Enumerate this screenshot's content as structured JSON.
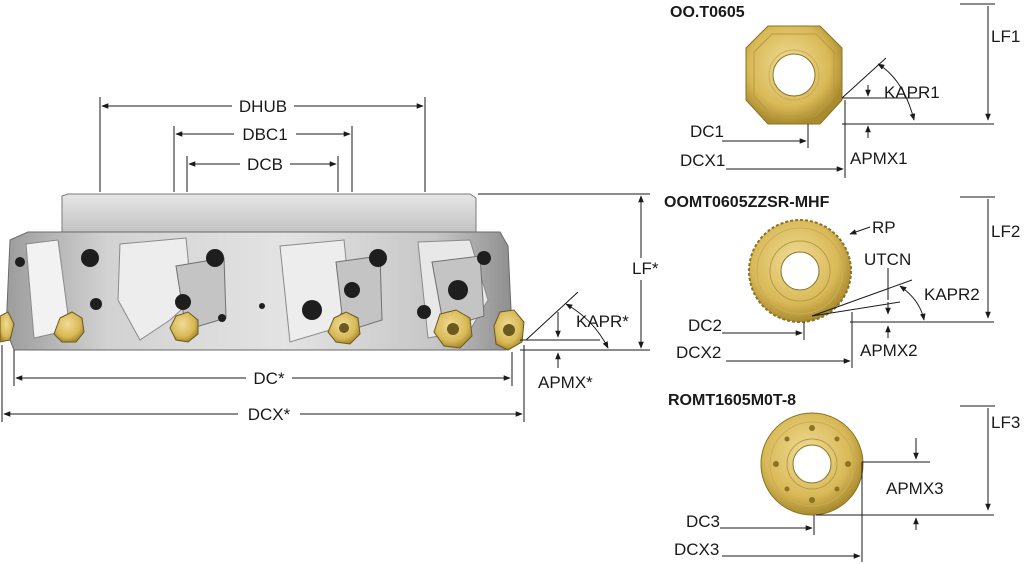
{
  "cutter": {
    "labels": {
      "dhub": "DHUB",
      "dbc1": "DBC1",
      "dcb": "DCB",
      "lf": "LF*",
      "kapr": "KAPR*",
      "apmx": "APMX*",
      "dc": "DC*",
      "dcx": "DCX*"
    },
    "colors": {
      "body_light": "#d9d9d9",
      "body_mid": "#b5b5b5",
      "body_dark": "#8a8a8a",
      "screw": "#1e1e1e",
      "insert_gold": "#c9a640",
      "insert_light": "#ecd889"
    }
  },
  "inserts": [
    {
      "name": "OO.T0605",
      "shape": "octagon",
      "labels": {
        "lf": "LF1",
        "kapr": "KAPR1",
        "dc": "DC1",
        "dcx": "DCX1",
        "apmx": "APMX1"
      }
    },
    {
      "name": "OOMT0605ZZSR-MHF",
      "shape": "round-ridged",
      "labels": {
        "lf": "LF2",
        "rp": "RP",
        "utcn": "UTCN",
        "kapr": "KAPR2",
        "dc": "DC2",
        "dcx": "DCX2",
        "apmx": "APMX2"
      }
    },
    {
      "name": "ROMT1605M0T-8",
      "shape": "round",
      "labels": {
        "lf": "LF3",
        "apmx": "APMX3",
        "dc": "DC3",
        "dcx": "DCX3"
      }
    }
  ],
  "insert_colors": {
    "gold": "#d9b957",
    "gold_light": "#f0dc98",
    "gold_dark": "#a98a2e",
    "hole": "#ffffff"
  }
}
